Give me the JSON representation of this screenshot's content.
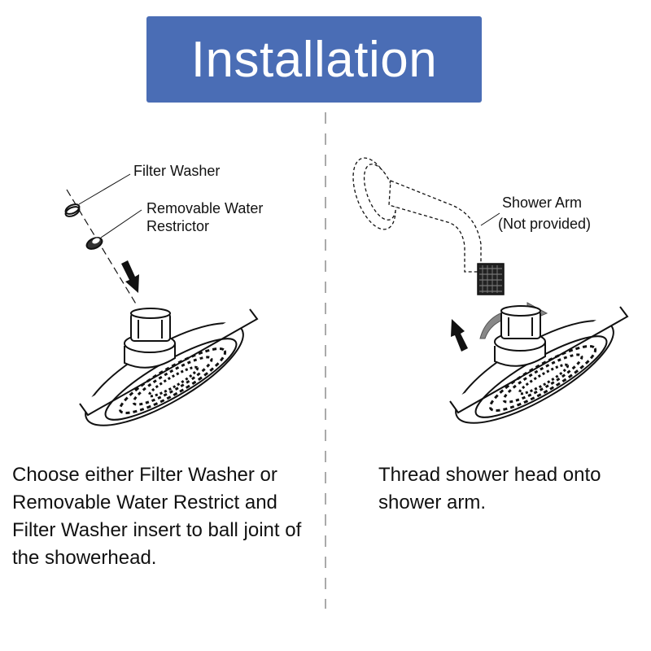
{
  "header": {
    "title": "Installation"
  },
  "colors": {
    "banner": "#4a6db5",
    "ink": "#111111",
    "divider": "#aaaaaa"
  },
  "steps": [
    {
      "callouts": [
        "Filter Washer",
        "Removable Water",
        "Restrictor"
      ],
      "caption": "Choose either Filter Washer or Removable Water Restrict and Filter Washer insert to ball joint of the showerhead."
    },
    {
      "callouts": [
        "Shower Arm",
        "(Not provided)"
      ],
      "caption": "Thread shower head onto shower arm."
    }
  ],
  "icons": [
    "filter-washer-icon",
    "water-restrictor-icon",
    "down-arrow-icon",
    "shower-head-icon",
    "shower-arm-icon",
    "up-arrow-icon",
    "rotate-arrow-icon"
  ]
}
